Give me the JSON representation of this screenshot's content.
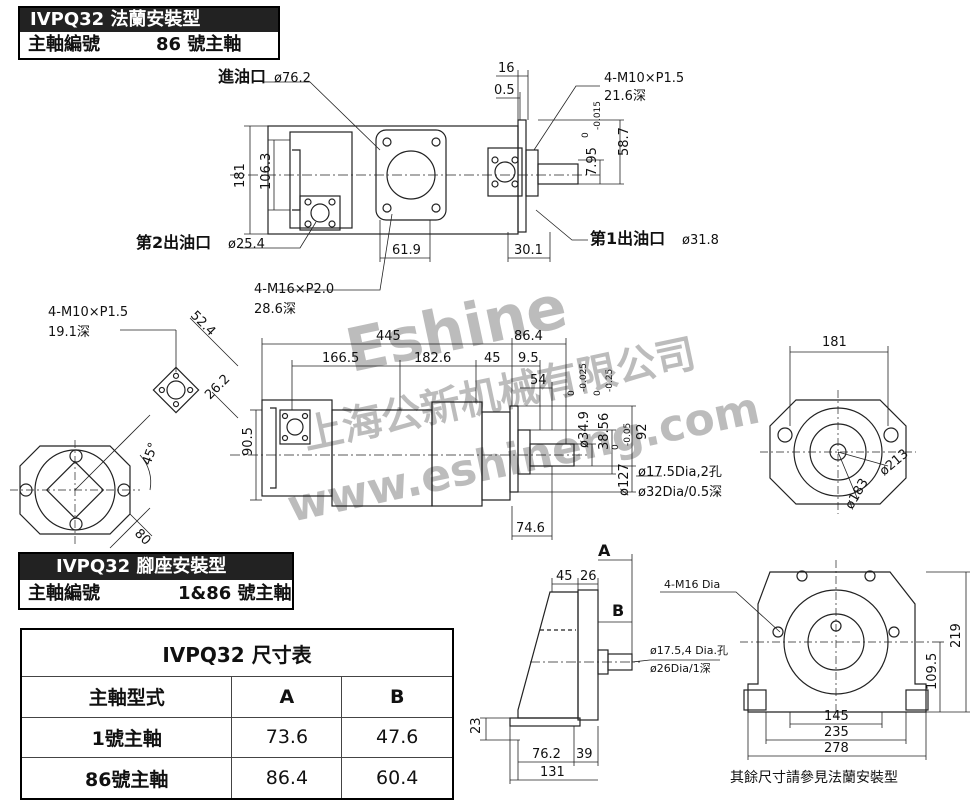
{
  "header_flange": {
    "title": "IVPQ32 法蘭安裝型",
    "label": "主軸編號",
    "value": "86 號主軸"
  },
  "header_foot": {
    "title": "IVPQ32 腳座安裝型",
    "label": "主軸編號",
    "value": "1&86 號主軸"
  },
  "top_view": {
    "inlet": "進油口",
    "inlet_dia": "ø76.2",
    "outlet2": "第2出油口",
    "outlet2_dia": "ø25.4",
    "outlet1": "第1出油口",
    "outlet1_dia": "ø31.8",
    "d16": "16",
    "d05": "0.5",
    "thread_m10": "4-M10×P1.5",
    "depth_216": "21.6深",
    "d795": "7.95",
    "tol_795_top": "0",
    "tol_795_bot": "-0.015",
    "d587": "58.7",
    "d181": "181",
    "d1063": "106.3",
    "d619": "61.9",
    "d301": "30.1",
    "thread_m16": "4-M16×P2.0",
    "depth_286": "28.6深"
  },
  "left_view": {
    "thread": "4-M10×P1.5",
    "depth": "19.1深",
    "d524": "52.4",
    "d262": "26.2",
    "ang": "45°",
    "d80": "80"
  },
  "front_view": {
    "d445": "445",
    "d864": "86.4",
    "d1665": "166.5",
    "d1826": "182.6",
    "d45": "45",
    "d95": "9.5",
    "d54": "54",
    "d905": "90.5",
    "d349": "ø34.9",
    "tol349_top": "0",
    "tol349_bot": "-0.025",
    "d3856": "38.56",
    "tol3856_top": "0",
    "tol3856_bot": "-0.25",
    "d127": "ø127",
    "tol127_top": "0",
    "tol127_bot": "-0.05",
    "d92": "92",
    "d746": "74.6"
  },
  "right_view": {
    "d181": "181",
    "hole": "ø17.5Dia,2孔",
    "spot": "ø32Dia/0.5深",
    "d213": "ø213",
    "d183": "ø183"
  },
  "foot_side": {
    "A": "A",
    "B": "B",
    "d45": "45",
    "d26": "26",
    "hole": "ø17.5,4 Dia.孔",
    "spot": "ø26Dia/1深",
    "d23": "23",
    "d762": "76.2",
    "d39": "39",
    "d131": "131"
  },
  "foot_front": {
    "thread": "4-M16 Dia",
    "d219": "219",
    "d1095": "109.5",
    "d145": "145",
    "d235": "235",
    "d278": "278",
    "note": "其餘尺寸請參見法蘭安裝型"
  },
  "watermark": {
    "brand": "Eshine",
    "company": "上海公新机械有限公司",
    "url": "www.eshineng.com"
  },
  "table": {
    "title": "IVPQ32 尺寸表",
    "headers": [
      "主軸型式",
      "A",
      "B"
    ],
    "rows": [
      [
        "1號主軸",
        "73.6",
        "47.6"
      ],
      [
        "86號主軸",
        "86.4",
        "60.4"
      ]
    ]
  }
}
